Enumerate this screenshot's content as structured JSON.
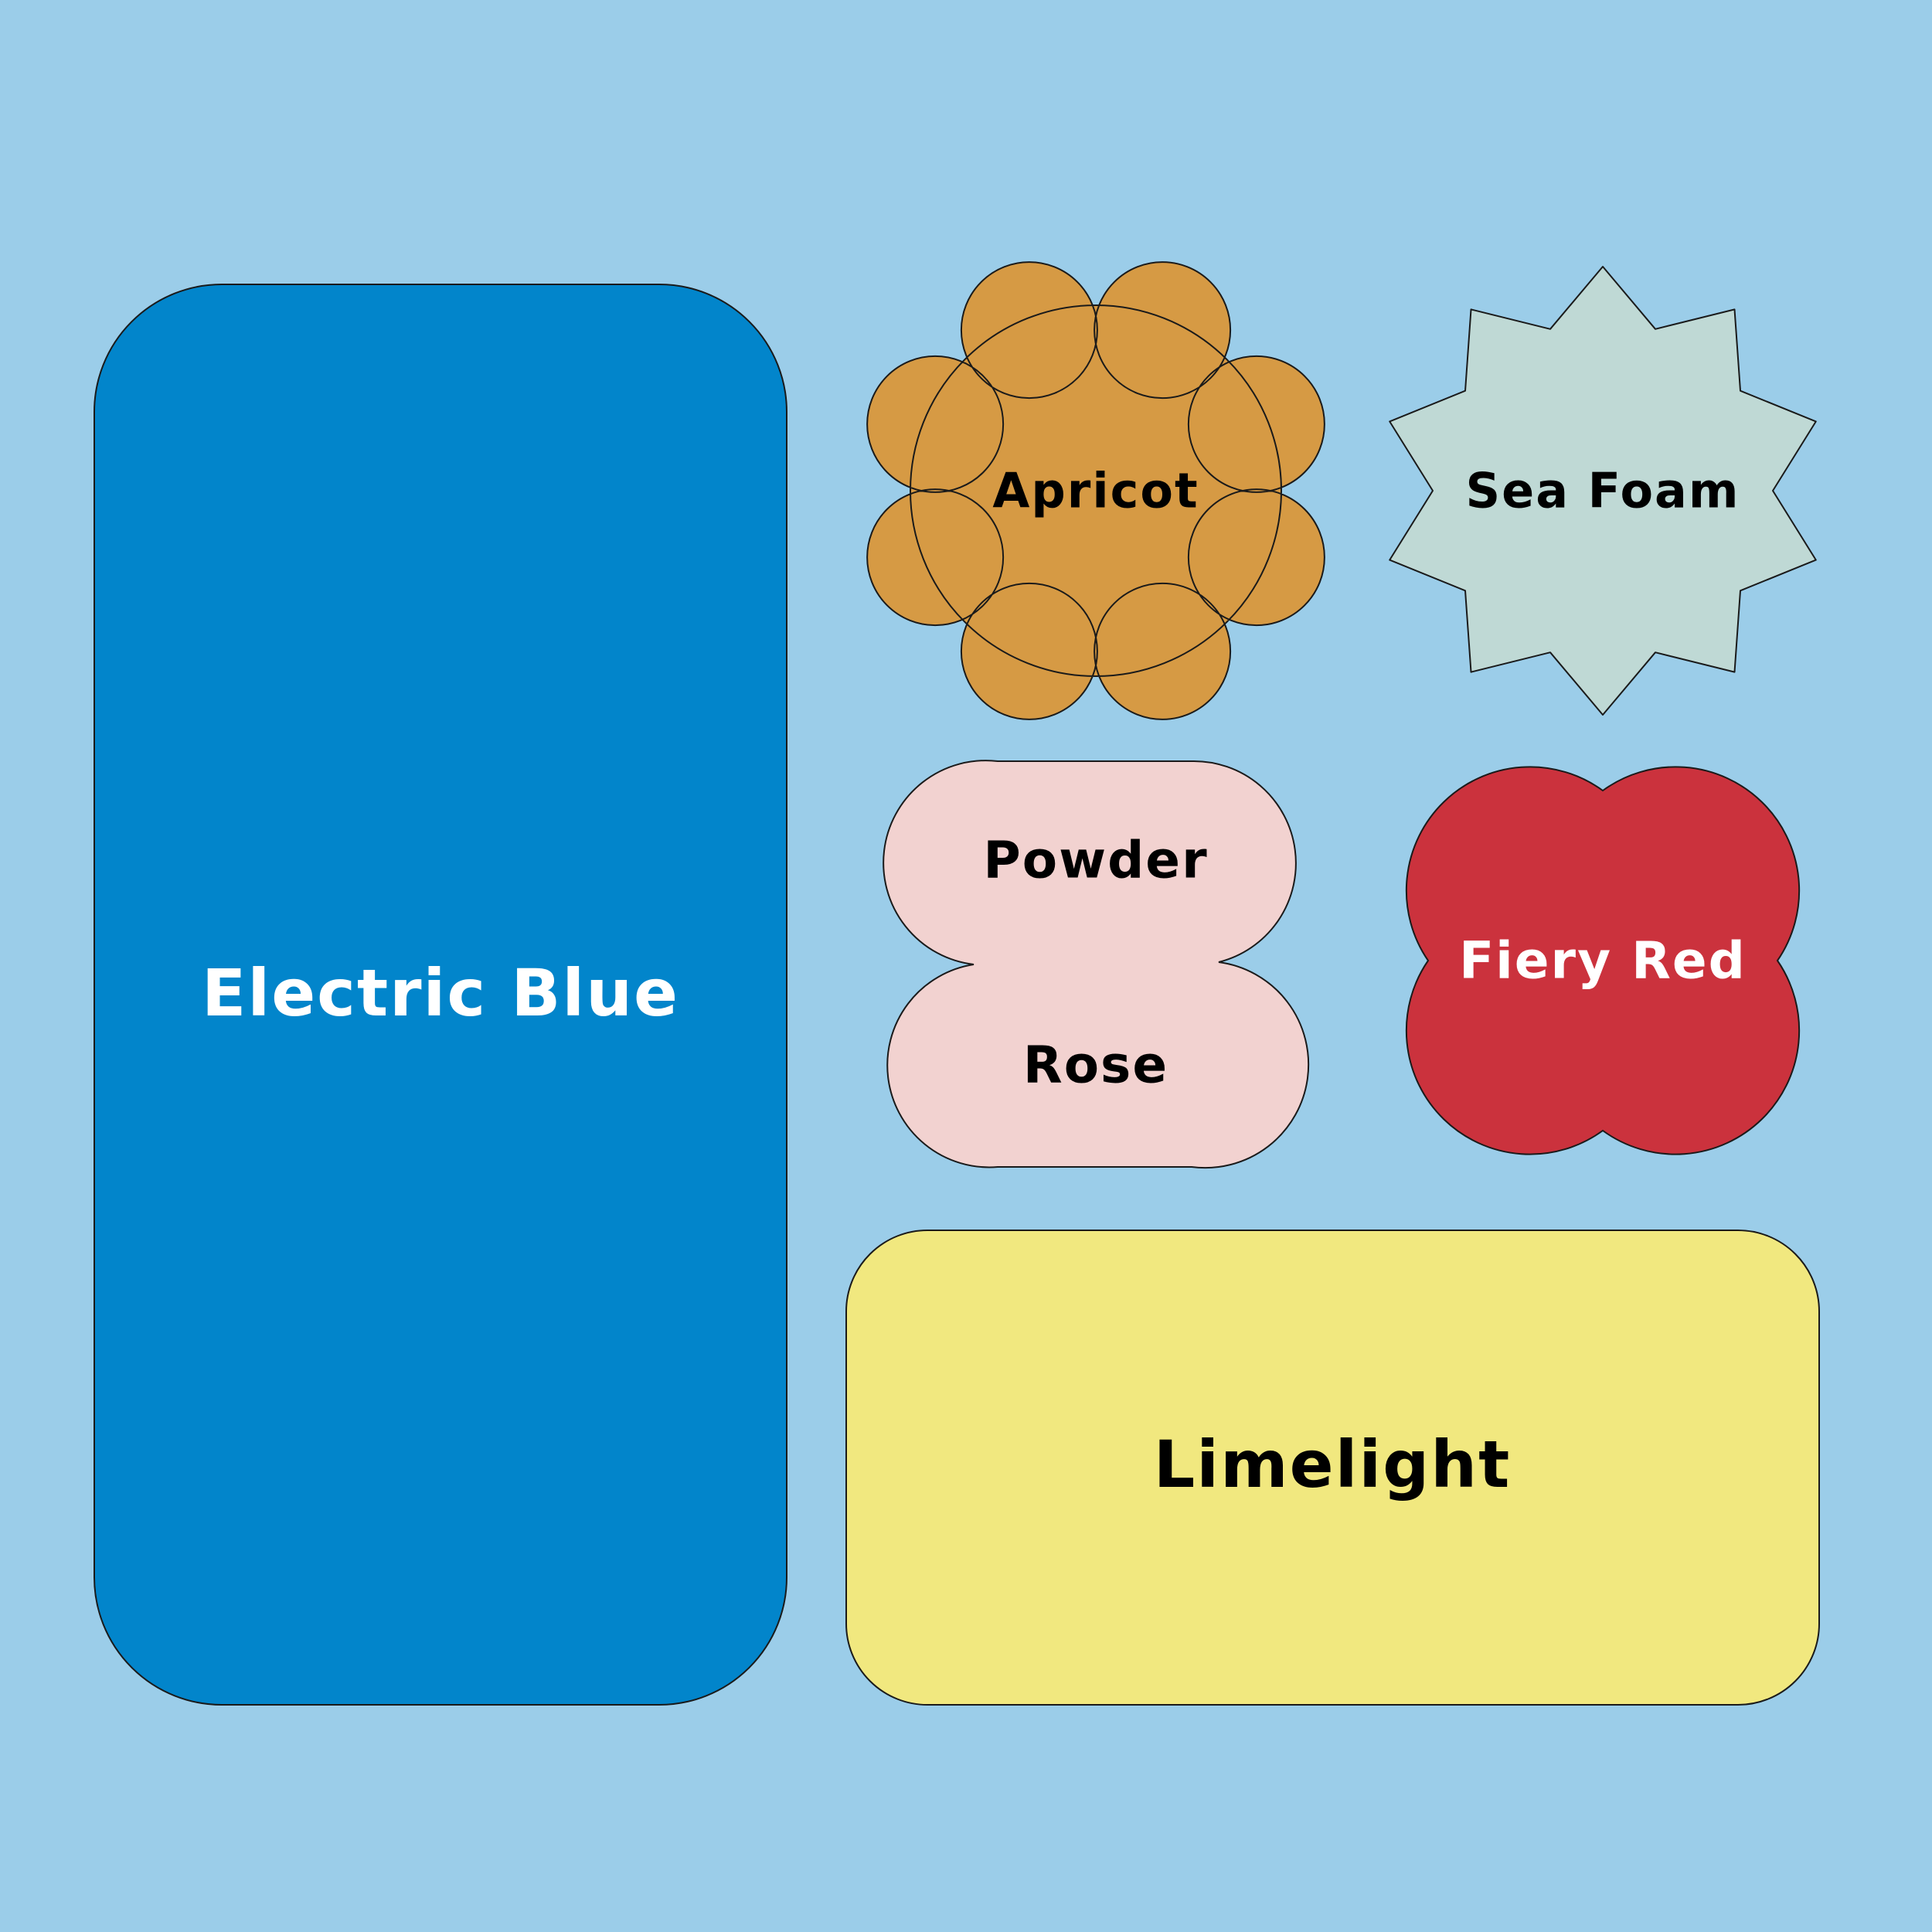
{
  "background": "#9bcde9",
  "swatches": [
    {
      "id": "electric-blue",
      "label": "Electric Blue",
      "fill": "#0285cb",
      "text_color": "#ffffff",
      "shape": "rounded-rectangle"
    },
    {
      "id": "apricot",
      "label": "Apricot",
      "fill": "#d69a44",
      "text_color": "#000000",
      "shape": "scalloped-flower"
    },
    {
      "id": "sea-foam",
      "label": "Sea Foam",
      "fill": "#bfd9d5",
      "text_color": "#000000",
      "shape": "star-burst"
    },
    {
      "id": "powder-rose",
      "label_line1": "Powder",
      "label_line2": "Rose",
      "fill": "#f2d2d0",
      "text_color": "#000000",
      "shape": "double-pill"
    },
    {
      "id": "fiery-red",
      "label": "Fiery Red",
      "fill": "#cb323d",
      "text_color": "#ffffff",
      "shape": "four-circle-clover"
    },
    {
      "id": "limelight",
      "label": "Limelight",
      "fill": "#f1e87f",
      "text_color": "#000000",
      "shape": "rounded-rectangle"
    }
  ]
}
